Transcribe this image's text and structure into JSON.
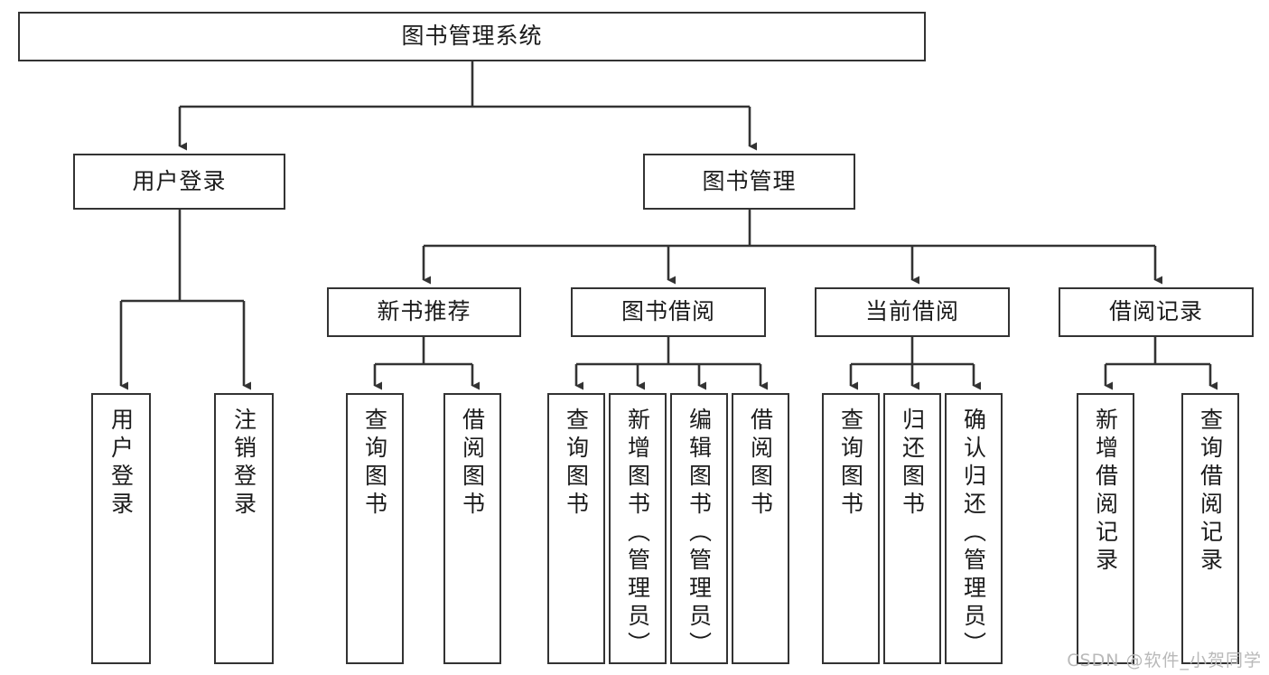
{
  "diagram": {
    "type": "hierarchy-tree",
    "title": "图书管理系统",
    "colors": {
      "box_border": "#333333",
      "box_fill": "#ffffff",
      "connector": "#333333",
      "text": "#1b1b1b",
      "watermark": "#b9b9b9"
    },
    "root": {
      "label": "图书管理系统"
    },
    "level2": [
      {
        "label": "用户登录"
      },
      {
        "label": "图书管理"
      }
    ],
    "level3": [
      {
        "label": "新书推荐"
      },
      {
        "label": "图书借阅"
      },
      {
        "label": "当前借阅"
      },
      {
        "label": "借阅记录"
      }
    ],
    "leaves": [
      {
        "label": "用户登录"
      },
      {
        "label": "注销登录"
      },
      {
        "label": "查询图书"
      },
      {
        "label": "借阅图书"
      },
      {
        "label": "查询图书"
      },
      {
        "label": "新增图书（管理员）"
      },
      {
        "label": "编辑图书（管理员）"
      },
      {
        "label": "借阅图书"
      },
      {
        "label": "查询图书"
      },
      {
        "label": "归还图书"
      },
      {
        "label": "确认归还（管理员）"
      },
      {
        "label": "新增借阅记录"
      },
      {
        "label": "查询借阅记录"
      }
    ]
  },
  "watermark": {
    "text": "CSDN @软件_小贺同学"
  }
}
